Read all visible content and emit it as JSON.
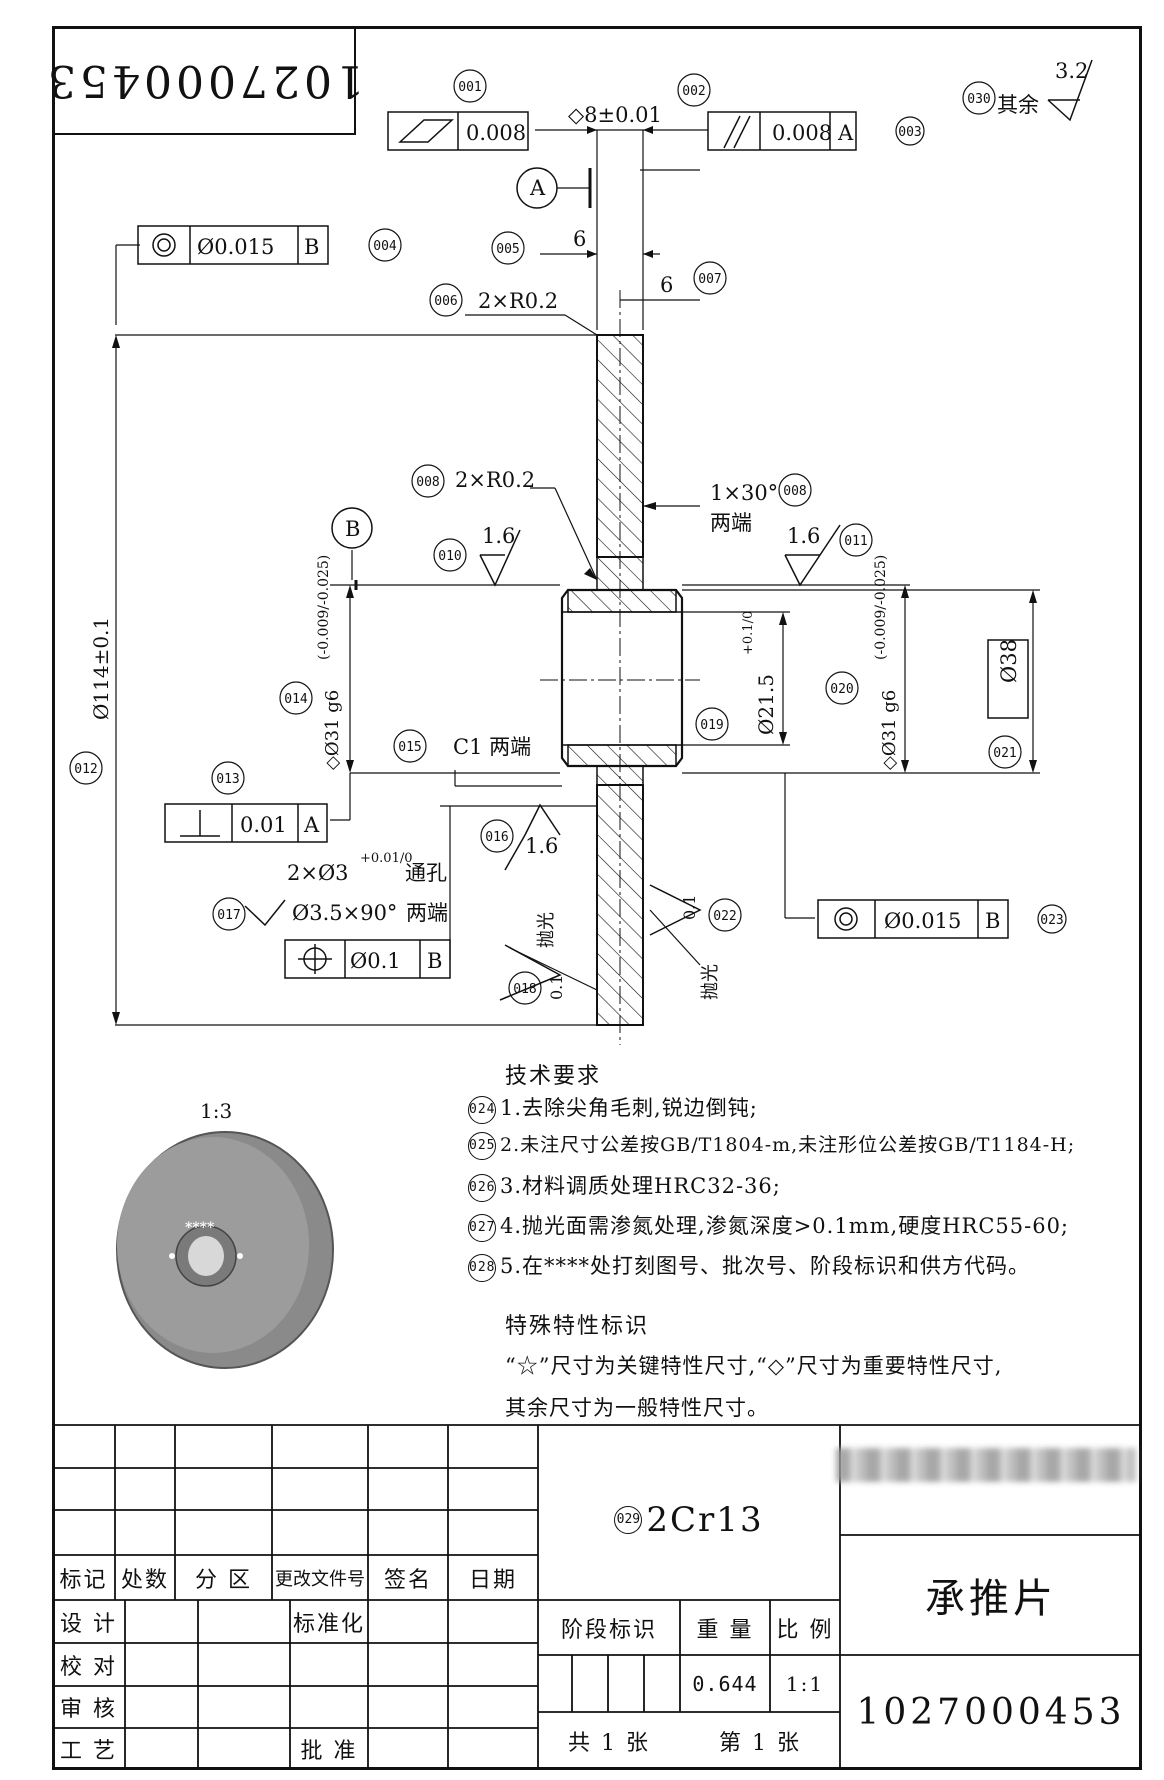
{
  "drawing_number_stamp": "1027000453",
  "part_name": "承推片",
  "part_number": "1027000453",
  "material": "2Cr13",
  "material_bubble": "029",
  "weight_value": "0.644",
  "scale_value": "1:1",
  "view_scale": "1:3",
  "marking_text": "****",
  "sheet_total": "共 1 张",
  "sheet_current": "第 1 张",
  "title_block": {
    "revision_headers": [
      "标记",
      "处数",
      "分 区",
      "更改文件号",
      "签名",
      "日期"
    ],
    "role_labels": [
      "设 计",
      "校 对",
      "审 核",
      "工 艺"
    ],
    "standardization": "标准化",
    "approve": "批 准",
    "stage_label": "阶段标识",
    "weight_label": "重 量",
    "scale_label": "比 例"
  },
  "tech_requirements": {
    "title": "技术要求",
    "items": [
      {
        "bubble": "024",
        "text": "1.去除尖角毛刺,锐边倒钝;"
      },
      {
        "bubble": "025",
        "text": "2.未注尺寸公差按GB/T1804-m,未注形位公差按GB/T1184-H;"
      },
      {
        "bubble": "026",
        "text": "3.材料调质处理HRC32-36;"
      },
      {
        "bubble": "027",
        "text": "4.抛光面需渗氮处理,渗氮深度>0.1mm,硬度HRC55-60;"
      },
      {
        "bubble": "028",
        "text": "5.在****处打刻图号、批次号、阶段标识和供方代码。"
      }
    ],
    "special_title": "特殊特性标识",
    "special_lines": [
      "“☆”尺寸为关键特性尺寸,“◇”尺寸为重要特性尺寸,",
      "其余尺寸为一般特性尺寸。"
    ]
  },
  "annotations": {
    "b001": "001",
    "flatness_tol": "0.008",
    "b002": "002",
    "thickness": "◇8±0.01",
    "parallel_tol": "0.008",
    "datum_a": "A",
    "b003": "003",
    "b030": "030",
    "rest_label": "其余",
    "rest_ra": "3.2",
    "datum_a_flag": "A",
    "b004": "004",
    "concentric_tol_top": "Ø0.015",
    "datum_b": "B",
    "b005": "005",
    "dim_6a": "6",
    "b006": "006",
    "r02_top": "2×R0.2",
    "b007": "007",
    "dim_6b": "6",
    "b008a": "008",
    "r02_mid": "2×R0.2",
    "chamfer": "1×30°",
    "b008b": "008",
    "both_ends_a": "两端",
    "datum_b_flag": "B",
    "b010": "010",
    "ra_010": "1.6",
    "b011": "011",
    "ra_011": "1.6",
    "dia_31_left": "◇Ø31 g6",
    "tol_31": "(-0.009/-0.025)",
    "b014": "014",
    "b015": "015",
    "c1": "C1 两端",
    "dia_215": "Ø21.5",
    "tol_215": "+0.1/0",
    "b019": "019",
    "b020": "020",
    "dia_31_right": "◇Ø31 g6",
    "dia_38": "Ø38",
    "b021": "021",
    "dia_114": "Ø114±0.1",
    "b012": "012",
    "b013": "013",
    "perp_tol": "0.01",
    "b016": "016",
    "ra_016": "1.6",
    "holes": "2×Ø3",
    "holes_tol": "+0.01/0",
    "through": "通孔",
    "b017": "017",
    "countersink": "Ø3.5×90°",
    "both_ends_b": "两端",
    "position_tol": "Ø0.1",
    "b018": "018",
    "polish_a": "抛光",
    "ra_018": "0.1",
    "b022": "022",
    "ra_022": "0.1",
    "polish_b": "抛光",
    "concentric_tol_bot": "Ø0.015",
    "b023": "023"
  }
}
